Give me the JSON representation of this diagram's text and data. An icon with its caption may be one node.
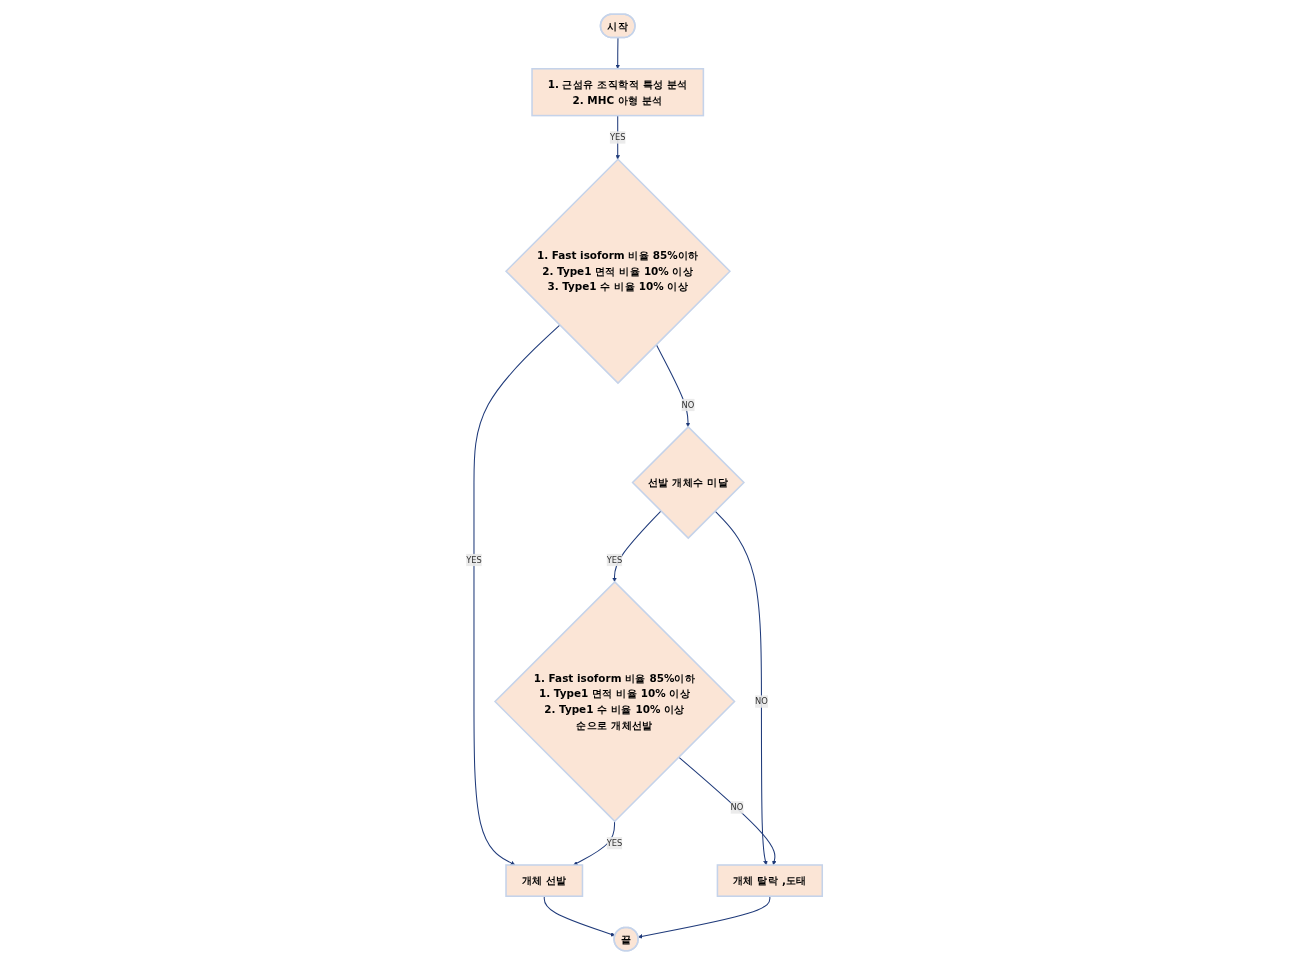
{
  "diagram": {
    "nodes": [
      {
        "text": [
          "시작"
        ]
      },
      {
        "text": [
          "1. 근섬유 조직학적 특성 분석",
          "2. MHC 아형 분석"
        ]
      },
      {
        "text": [
          "1. Fast isoform 비율 85%이하",
          "2. Type1 면적 비율 10% 이상",
          "3. Type1 수 비율 10% 이상"
        ]
      },
      {
        "text": [
          "선발 개체수 미달"
        ]
      },
      {
        "text": [
          "개체 선발"
        ]
      },
      {
        "text": [
          "1. Fast isoform 비율 85%이하",
          "1. Type1 면적 비율 10% 이상",
          "2. Type1 수 비율 10% 이상",
          "순으로 개체선발"
        ]
      },
      {
        "text": [
          "끝"
        ]
      },
      {
        "text": [
          "개체 탈락 ,도태"
        ]
      }
    ],
    "edges": [
      {
        "from": 0,
        "to": 1,
        "arrow": "to"
      },
      {
        "from": 1,
        "to": 2,
        "arrow": "to",
        "label": "YES"
      },
      {
        "from": 2,
        "to": 3,
        "arrow": "to",
        "label": "NO"
      },
      {
        "from": 2,
        "to": 4,
        "arrow": "to",
        "label": "YES"
      },
      {
        "from": 3,
        "to": 5,
        "arrow": "to",
        "label": "YES"
      },
      {
        "from": 3,
        "to": 7,
        "arrow": "to",
        "label": "NO"
      },
      {
        "from": 5,
        "to": 4,
        "arrow": "to",
        "label": "YES"
      },
      {
        "from": 5,
        "to": 7,
        "arrow": "to",
        "label": "NO"
      },
      {
        "from": 4,
        "to": 6,
        "arrow": "to"
      },
      {
        "from": 7,
        "to": 6,
        "arrow": "to"
      }
    ]
  }
}
